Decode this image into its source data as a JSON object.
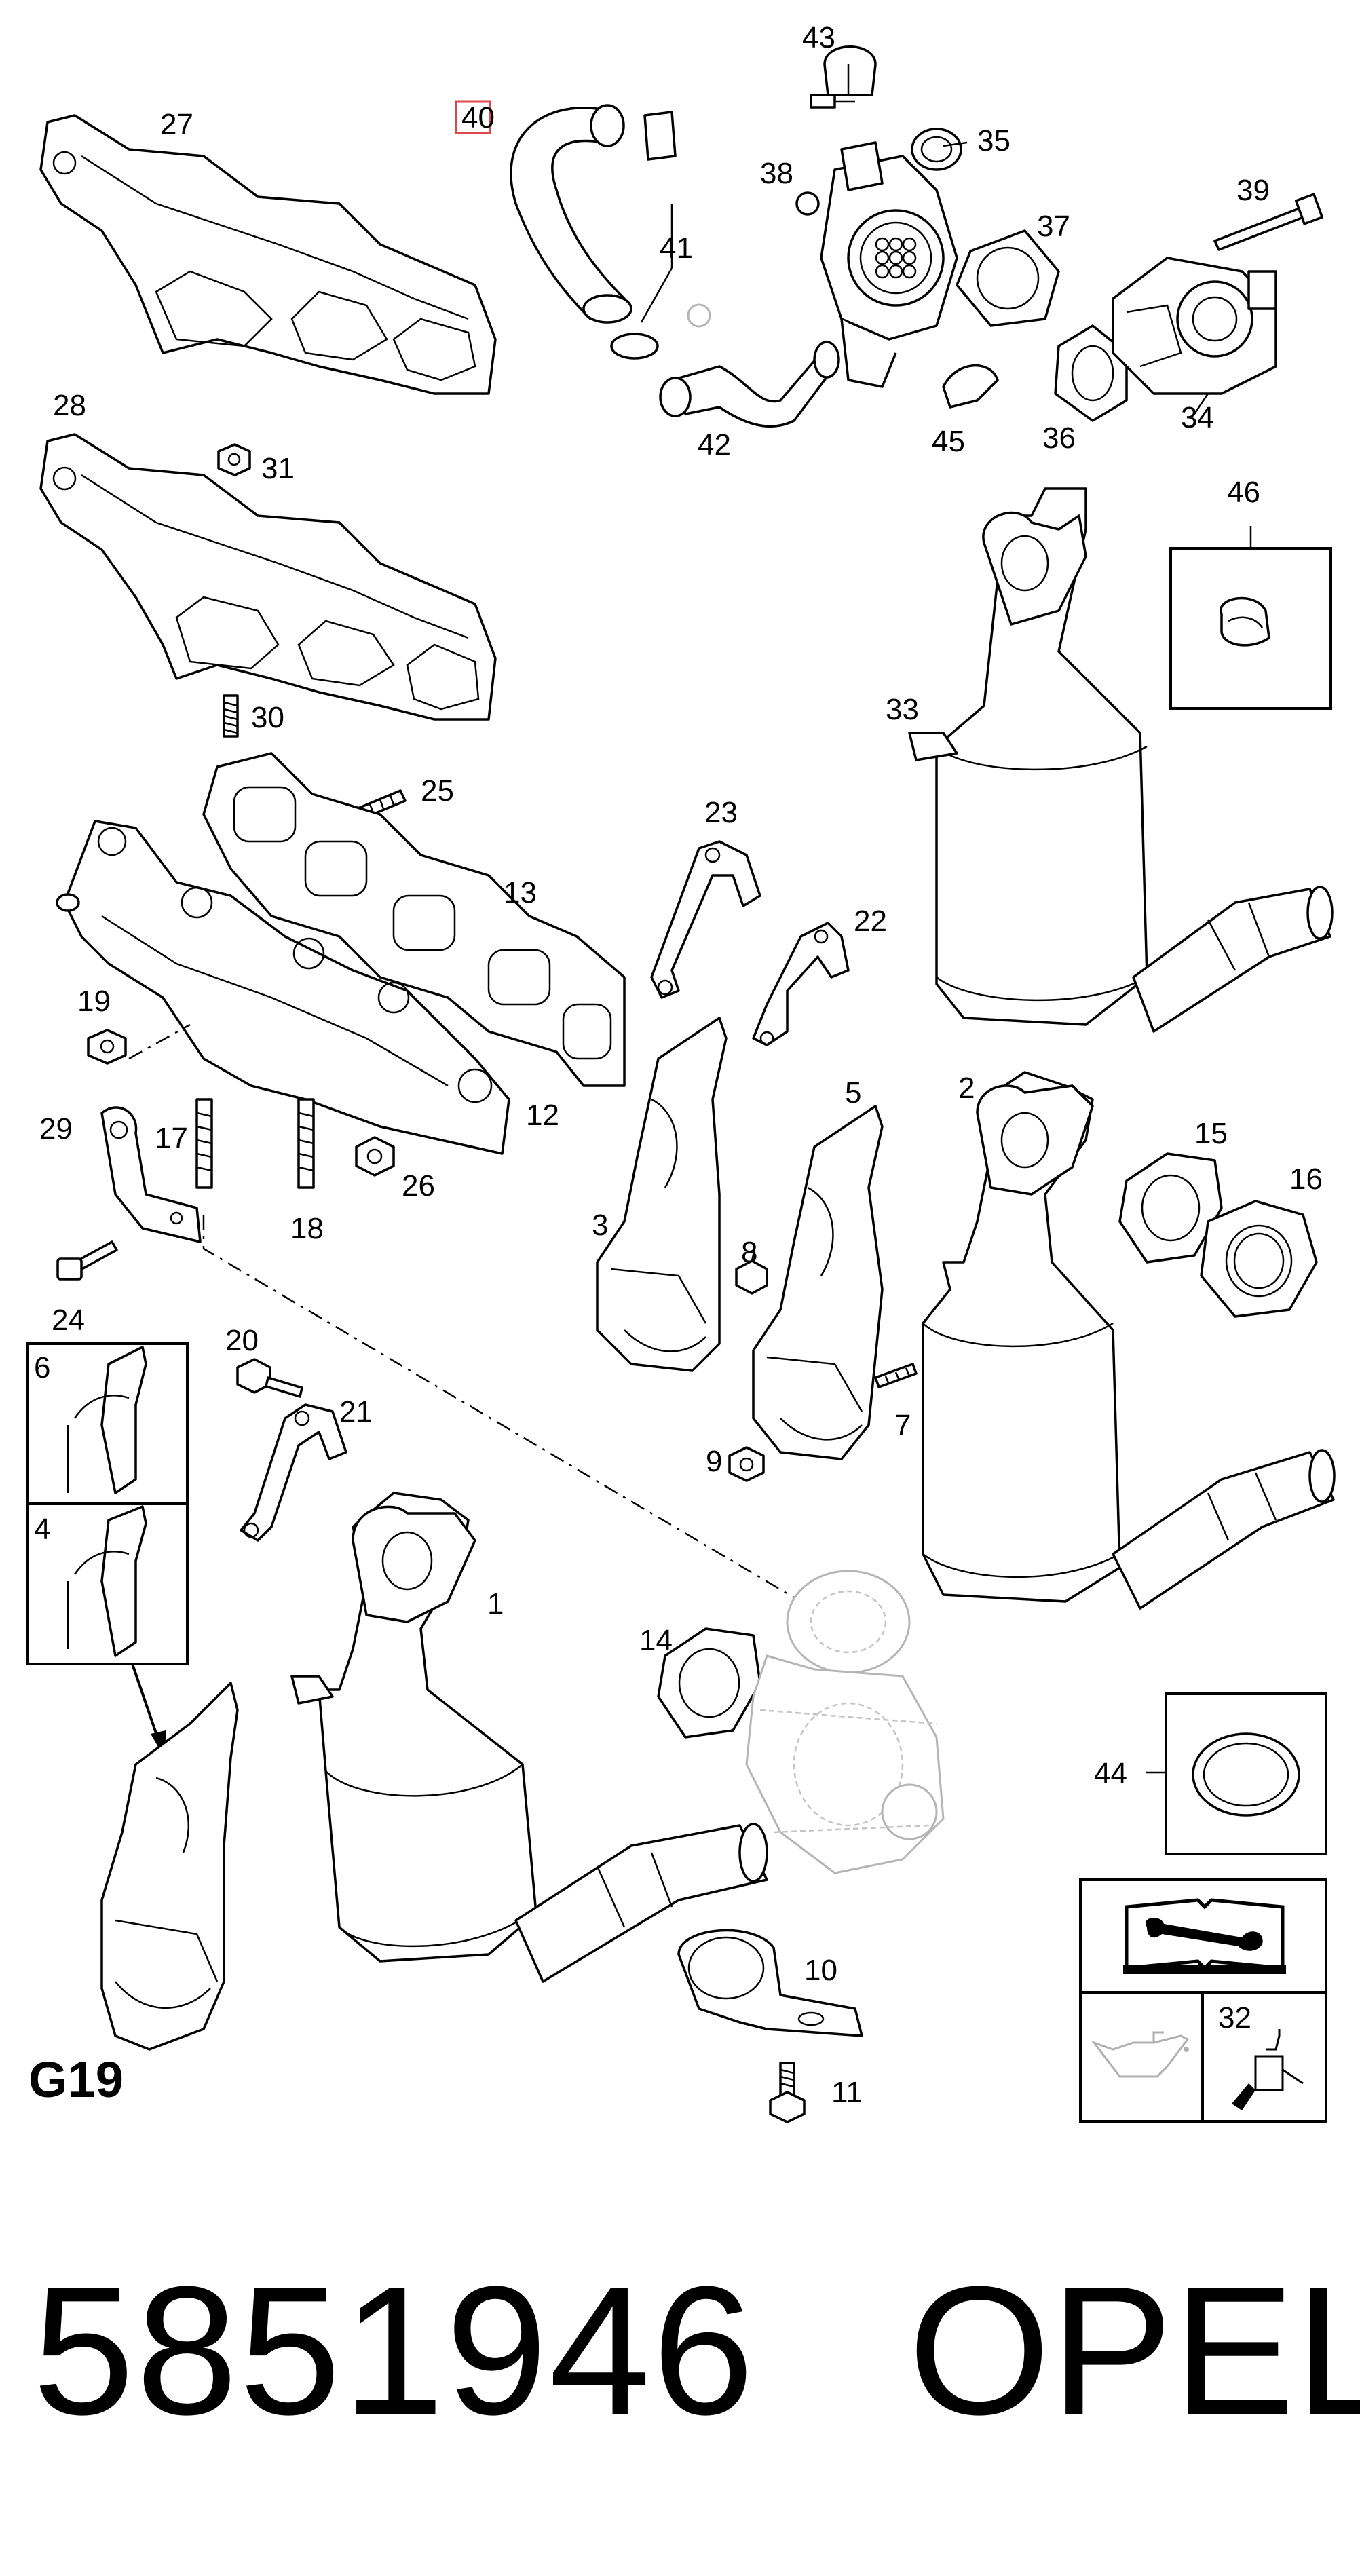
{
  "diagram": {
    "group_code": "G19",
    "part_number": "5851946",
    "brand": "OPEL",
    "highlighted_callout": "40",
    "highlight_color": "#e0474c",
    "callouts": [
      "1",
      "2",
      "3",
      "4",
      "5",
      "6",
      "7",
      "8",
      "9",
      "10",
      "11",
      "12",
      "13",
      "14",
      "15",
      "16",
      "17",
      "18",
      "19",
      "20",
      "21",
      "22",
      "23",
      "24",
      "25",
      "26",
      "27",
      "28",
      "29",
      "30",
      "31",
      "32",
      "33",
      "34",
      "35",
      "36",
      "37",
      "38",
      "39",
      "40",
      "41",
      "42",
      "43",
      "44",
      "45",
      "46"
    ],
    "boxed_insets": [
      {
        "callout": "6",
        "icon": "heat-shield-icon"
      },
      {
        "callout": "4",
        "icon": "heat-shield-icon"
      },
      {
        "callout": "46",
        "icon": "hose-clamp-icon"
      },
      {
        "callout": "44",
        "icon": "gasket-ring-icon"
      },
      {
        "callout": "32",
        "icon": "sensor-icon"
      }
    ],
    "service_icons": [
      "repair-manual-icon",
      "oil-can-icon"
    ]
  }
}
